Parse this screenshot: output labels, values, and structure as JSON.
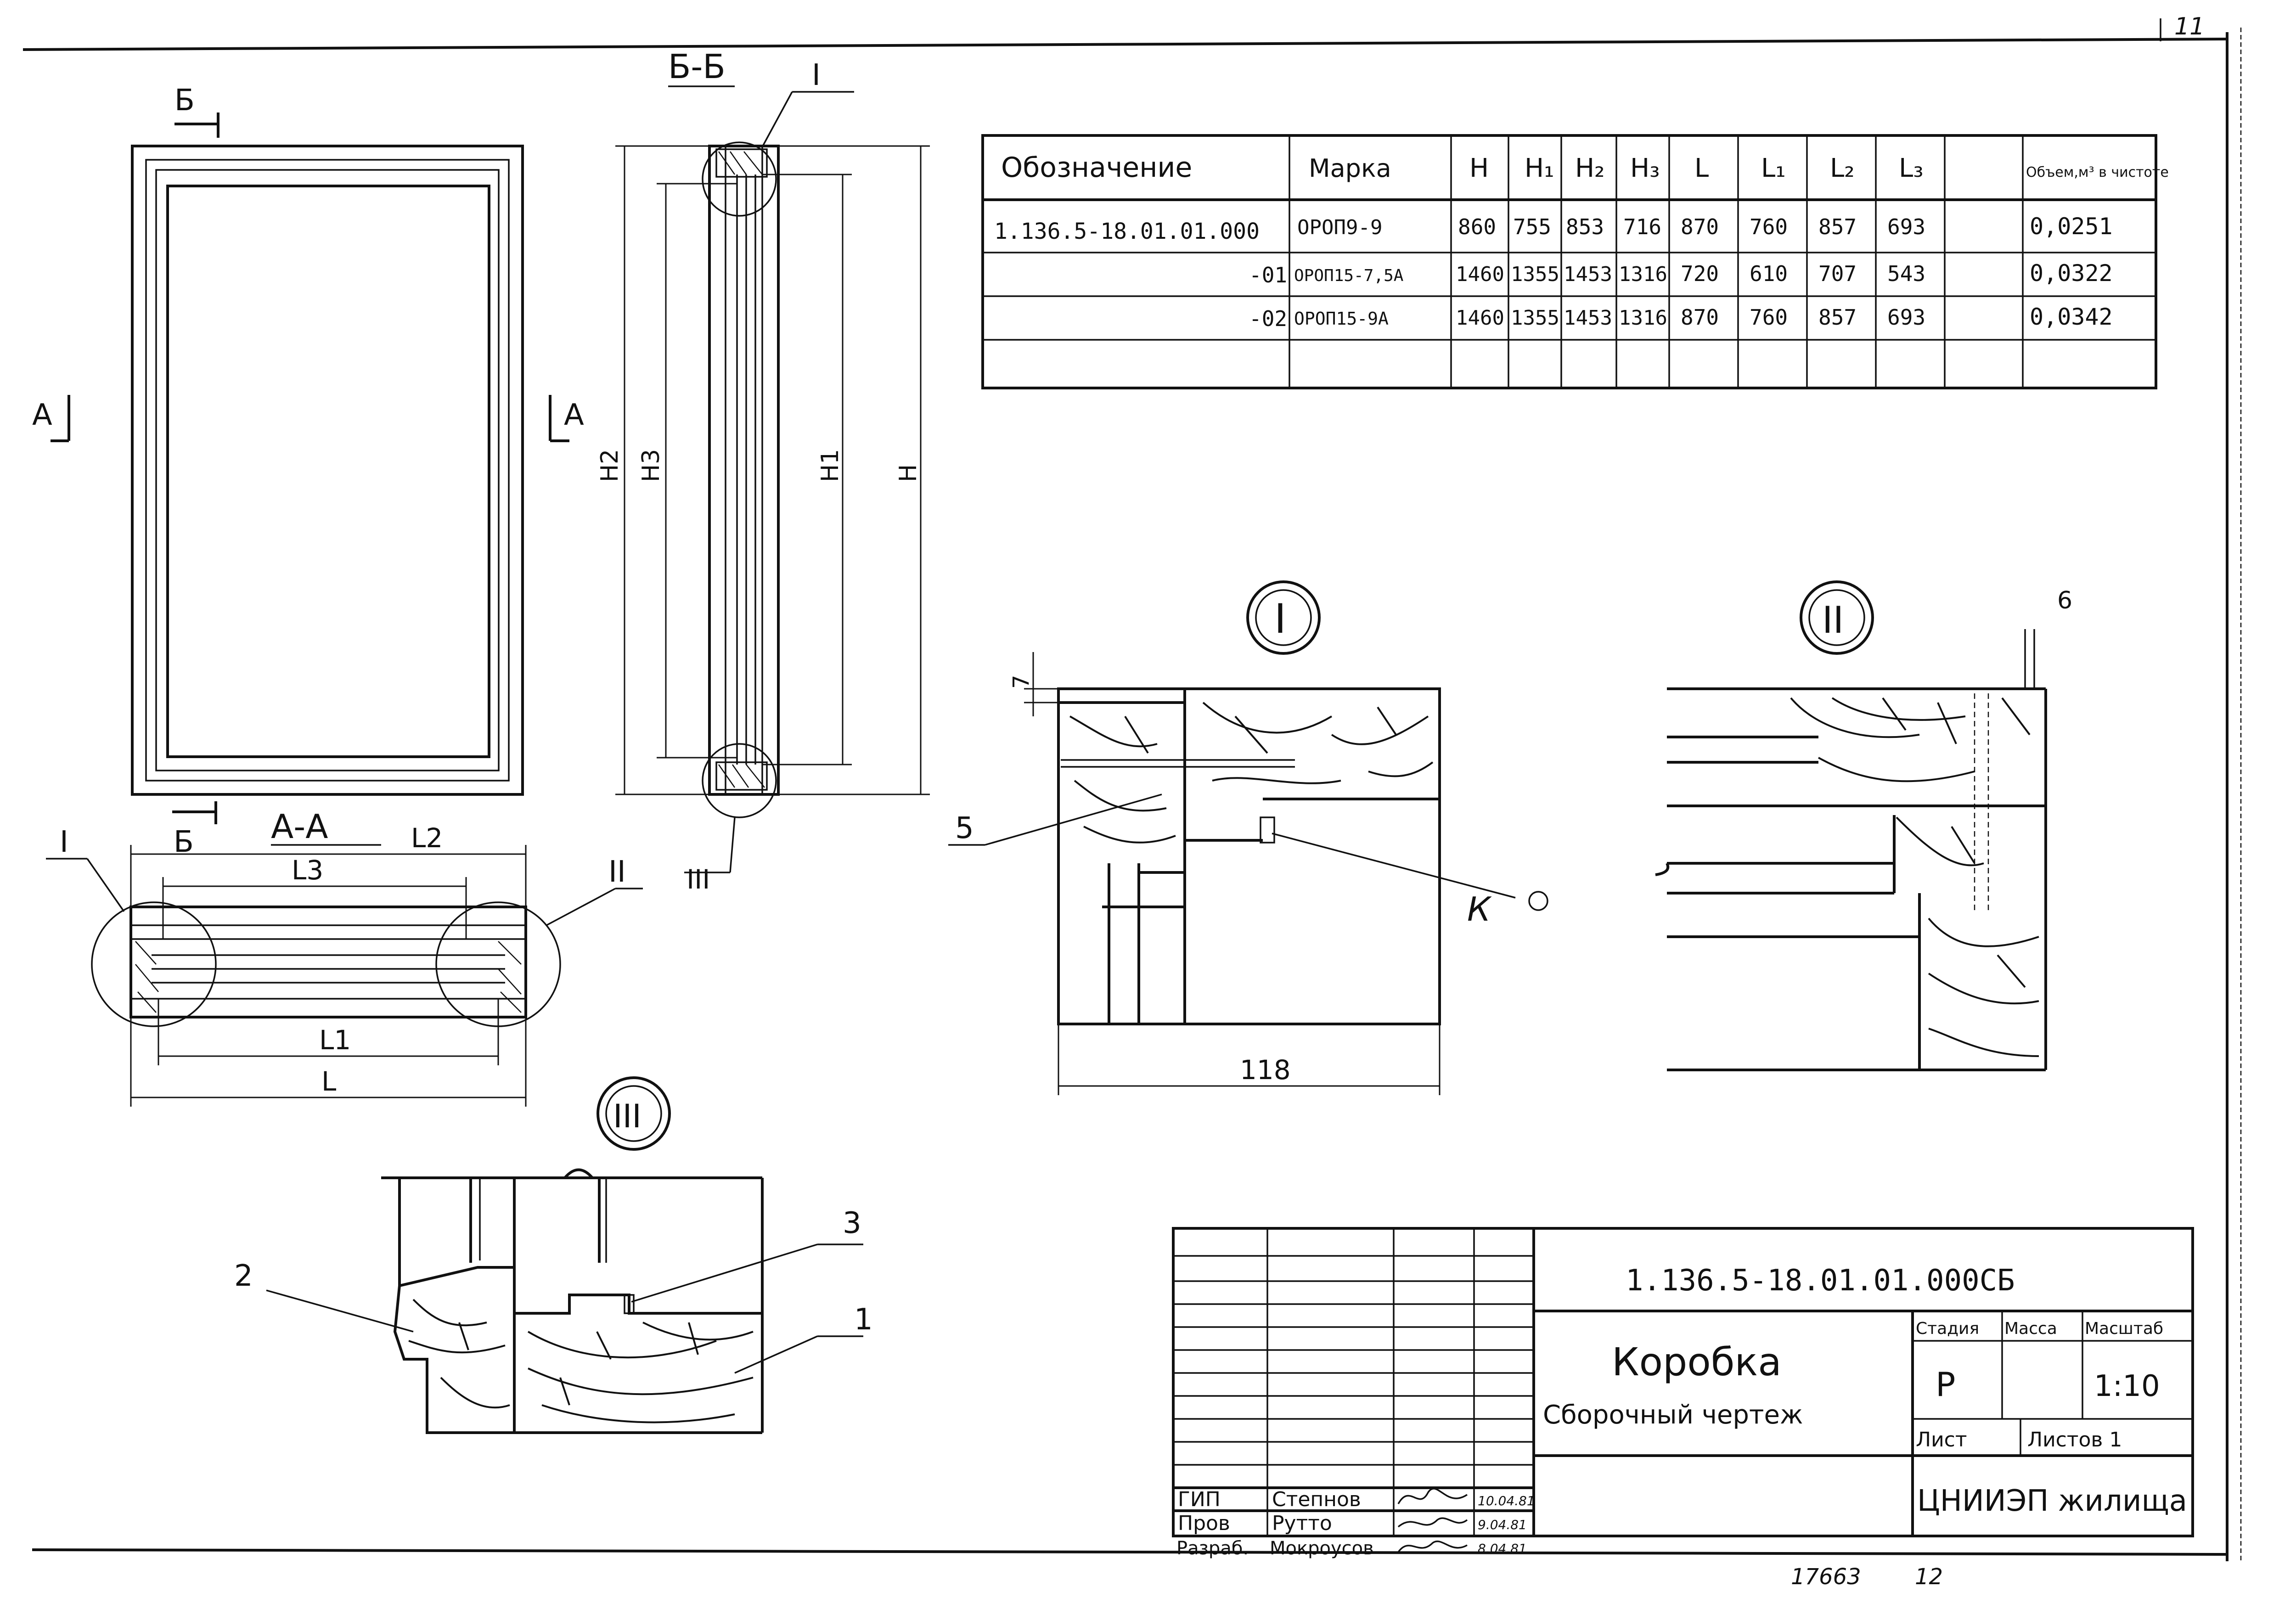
{
  "sheet": {
    "corner_number": "11",
    "bottom_left_number": "17663",
    "bottom_right_number": "12"
  },
  "views": {
    "section_bb": "Б-Б",
    "section_aa": "А-А",
    "mark_b": "Б",
    "mark_a": "А",
    "detail_i": "I",
    "detail_ii": "II",
    "detail_iii": "III"
  },
  "dims": {
    "h": "H",
    "h1": "H1",
    "h2": "H2",
    "h3": "H3",
    "l": "L",
    "l1": "L1",
    "l2": "L2",
    "l3": "L3",
    "d118": "118",
    "d7": "7",
    "d6": "6"
  },
  "callouts": {
    "c1": "1",
    "c2": "2",
    "c3": "3",
    "c5": "5",
    "k": "К"
  },
  "spec_table": {
    "headers": [
      "Обозначение",
      "Марка",
      "H",
      "H₁",
      "H₂",
      "H₃",
      "L",
      "L₁",
      "L₂",
      "L₃",
      "Объем,м³ в чистоте"
    ],
    "rows": [
      [
        "1.136.5-18.01.01.000",
        "ОРОП9-9",
        "860",
        "755",
        "853",
        "716",
        "870",
        "760",
        "857",
        "693",
        "0,0251"
      ],
      [
        "-01",
        "ОРОП15-7,5А",
        "1460",
        "1355",
        "1453",
        "1316",
        "720",
        "610",
        "707",
        "543",
        "0,0322"
      ],
      [
        "-02",
        "ОРОП15-9А",
        "1460",
        "1355",
        "1453",
        "1316",
        "870",
        "760",
        "857",
        "693",
        "0,0342"
      ],
      [
        "",
        "",
        "",
        "",
        "",
        "",
        "",
        "",
        "",
        "",
        ""
      ]
    ]
  },
  "title_block": {
    "doc_code": "1.136.5-18.01.01.000СБ",
    "title": "Коробка",
    "subtitle": "Сборочный чертеж",
    "stage_label": "Стадия",
    "mass_label": "Масса",
    "scale_label": "Масштаб",
    "stage_value": "Р",
    "scale_value": "1:10",
    "sheet_label": "Лист",
    "sheets_label": "Листов 1",
    "org": "ЦНИИЭП жилища",
    "people": [
      {
        "role": "ГИП",
        "name": "Степнов",
        "date": "10.04.81"
      },
      {
        "role": "Пров",
        "name": "Рутто",
        "date": "9.04.81"
      },
      {
        "role": "Разраб.",
        "name": "Мокроусов",
        "date": "8.04.81"
      }
    ]
  }
}
